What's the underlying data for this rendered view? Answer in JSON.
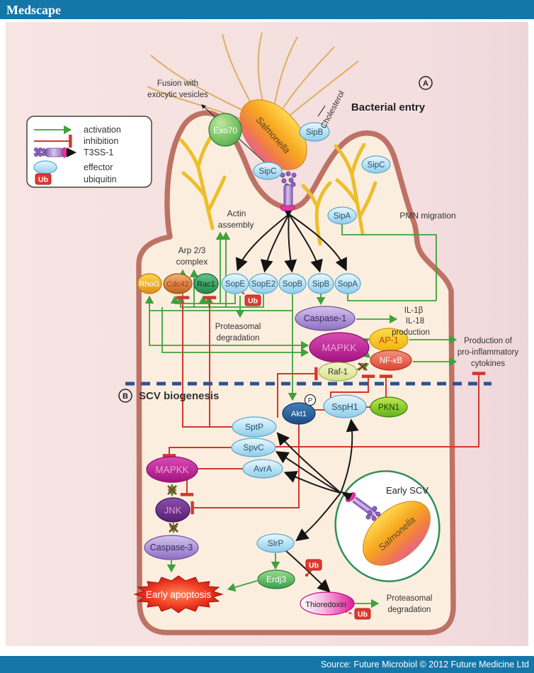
{
  "header": {
    "brand": "Medscape"
  },
  "footer": {
    "source": "Source: Future Microbiol © 2012 Future Medicine Ltd"
  },
  "sections": {
    "a_marker": "A",
    "a_title": "Bacterial entry",
    "b_marker": "B",
    "b_title": "SCV biogenesis"
  },
  "legend": {
    "activation": "activation",
    "inhibition": "inhibition",
    "t3ss": "T3SS-1",
    "effector": "effector",
    "ubiquitin": "ubiquitin"
  },
  "bacterium": {
    "name": "Salmonella",
    "scv_name": "Salmonella",
    "scv_label": "Early SCV"
  },
  "ann": {
    "fusion1": "Fusion with",
    "fusion2": "exocytic vesicles",
    "cholesterol": "Cholesterol",
    "pmn": "PMN migration",
    "actin1": "Actin",
    "actin2": "assembly",
    "arp1": "Arp 2/3",
    "arp2": "complex",
    "prot1": "Proteasomal",
    "prot2": "degradation",
    "il1": "IL-1β",
    "il2": "IL-18",
    "il3": "production",
    "cyto1": "Production of",
    "cyto2": "pro-inflammatory",
    "cyto3": "cytokines",
    "protb1": "Proteasomal",
    "protb2": "degradation",
    "phospho": "P",
    "ub": "Ub"
  },
  "nodes": {
    "exo70": "Exo70",
    "sipb_top": "SipB",
    "sipc_left": "SipC",
    "sipc_right": "SipC",
    "sipa": "SipA",
    "rhog": "RhoG",
    "cdc42": "Cdc42",
    "rac1": "Rac1",
    "sope": "SopE",
    "sope2": "SopE2",
    "sopb": "SopB",
    "sipb": "SipB",
    "sopa": "SopA",
    "caspase1": "Caspase-1",
    "mapkk_top": "MAPKK",
    "ap1": "AP-1",
    "nfkb": "NF-κB",
    "raf1": "Raf-1",
    "akt1": "Akt1",
    "ssph1": "SspH1",
    "pkn1": "PKN1",
    "sptp": "SptP",
    "spvc": "SpvC",
    "avra": "AvrA",
    "mapkk_bottom": "MAPKK",
    "jnk": "JNK",
    "caspase3": "Caspase-3",
    "apoptosis": "Early apoptosis",
    "slrp": "SlrP",
    "erdj3": "Erdj3",
    "thioredoxin": "Thioredoxin"
  }
}
